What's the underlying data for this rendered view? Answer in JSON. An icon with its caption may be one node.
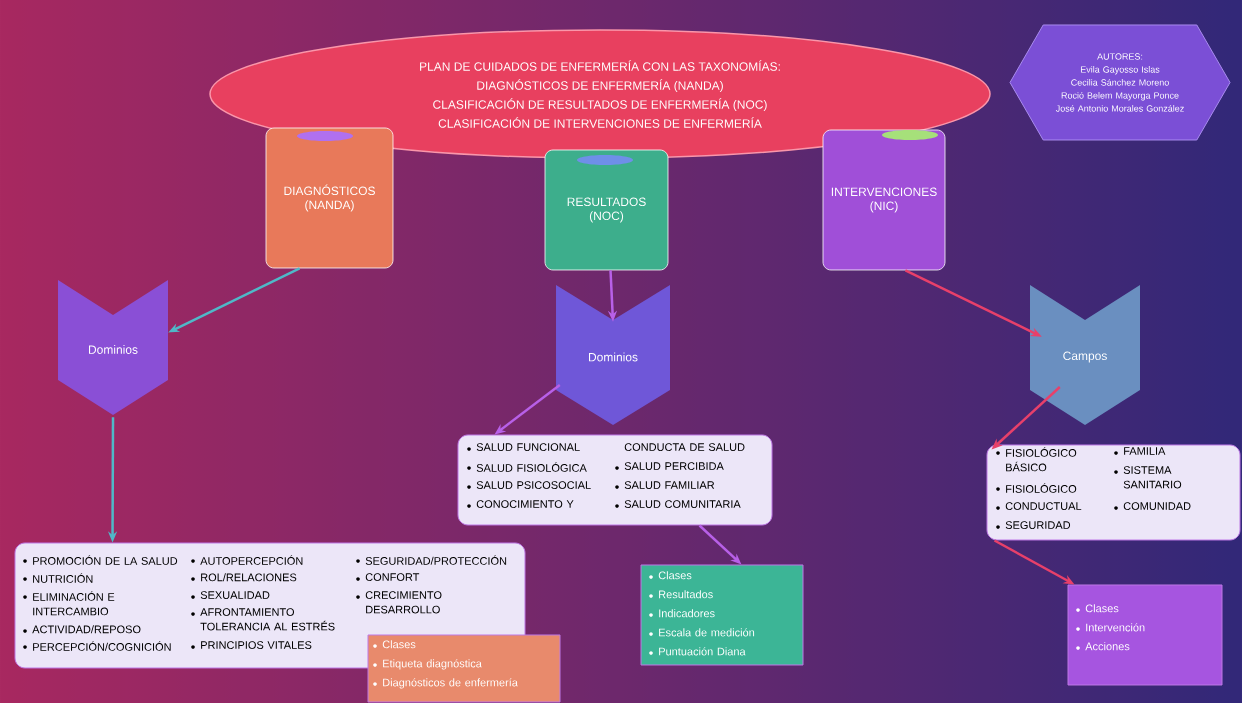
{
  "diagram": {
    "nodes": [
      {
        "text": [
          "PLAN DE CUIDADOS DE ENFERMERÍA CON LAS TAXONOMÍAS:",
          "DIAGNÓSTICOS DE ENFERMERÍA (NANDA)",
          "CLASIFICACIÓN DE RESULTADOS DE ENFERMERÍA  (NOC)",
          "CLASIFICACIÓN DE    INTERVENCIONES DE  ENFERMERÍA"
        ]
      },
      {
        "text": [
          "AUTORES:",
          "Evila Gayosso Islas",
          "Cecilia Sánchez Moreno",
          "Roció Belem Mayorga Ponce",
          "José Antonio Morales González"
        ]
      },
      {
        "text": [
          "DIAGNÓSTICOS (NANDA)"
        ]
      },
      {
        "text": [
          "RESULTADOS (NOC)"
        ]
      },
      {
        "text": [
          "INTERVENCIONES (NIC)"
        ]
      },
      {
        "text": [
          "Dominios"
        ]
      },
      {
        "text": [
          "Dominios"
        ]
      },
      {
        "text": [
          "Campos"
        ]
      },
      {
        "text": [
          "PROMOCIÓN DE LA SALUD",
          "NUTRICIÓN",
          "ELIMINACIÓN E INTERCAMBIO",
          "ACTIVIDAD/REPOSO",
          "PERCEPCIÓN/COGNICIÓN",
          "AUTOPERCEPCIÓN",
          "ROL/RELACIONES",
          "SEXUALIDAD",
          "AFRONTAMIENTO TOLERANCIA AL ESTRÉS",
          "PRINCIPIOS VITALES",
          "SEGURIDAD/PROTECCIÓN",
          "CONFORT",
          "CRECIMIENTO DESARROLLO"
        ]
      },
      {
        "text": [
          "SALUD FUNCIONAL",
          "SALUD FISIOLÓGICA",
          "SALUD PSICOSOCIAL",
          "CONOCIMIENTO Y",
          "CONDUCTA DE SALUD",
          "SALUD PERCIBIDA",
          "SALUD FAMILIAR",
          "SALUD COMUNITARIA"
        ]
      },
      {
        "text": [
          "FISIOLÓGICO BÁSICO",
          "FISIOLÓGICO",
          "CONDUCTUAL",
          "SEGURIDAD",
          "FAMILIA",
          "SISTEMA SANITARIO",
          "COMUNIDAD"
        ]
      },
      {
        "text": [
          "Clases",
          "Etiqueta diagnóstica",
          "Diagnósticos de enfermería"
        ]
      },
      {
        "text": [
          "Clases",
          "Resultados",
          "Indicadores",
          "Escala de medición",
          "Puntuación Diana"
        ]
      },
      {
        "text": [
          "Clases",
          "Intervención",
          "Acciones"
        ]
      }
    ],
    "edges": [
      {
        "from": 2,
        "to": 5,
        "arrow": "to",
        "color": "#4fb8c8"
      },
      {
        "from": 3,
        "to": 6,
        "arrow": "to",
        "color": "#b860e8"
      },
      {
        "from": 4,
        "to": 7,
        "arrow": "to",
        "color": "#e8406a"
      },
      {
        "from": 5,
        "to": 8,
        "arrow": "to",
        "color": "#4fb8c8"
      },
      {
        "from": 6,
        "to": 9,
        "arrow": "to",
        "color": "#b860e8"
      },
      {
        "from": 7,
        "to": 10,
        "arrow": "to",
        "color": "#e8406a"
      },
      {
        "from": 9,
        "to": 12,
        "arrow": "to",
        "color": "#b860e8"
      },
      {
        "from": 10,
        "to": 13,
        "arrow": "to",
        "color": "#e8406a"
      }
    ]
  }
}
